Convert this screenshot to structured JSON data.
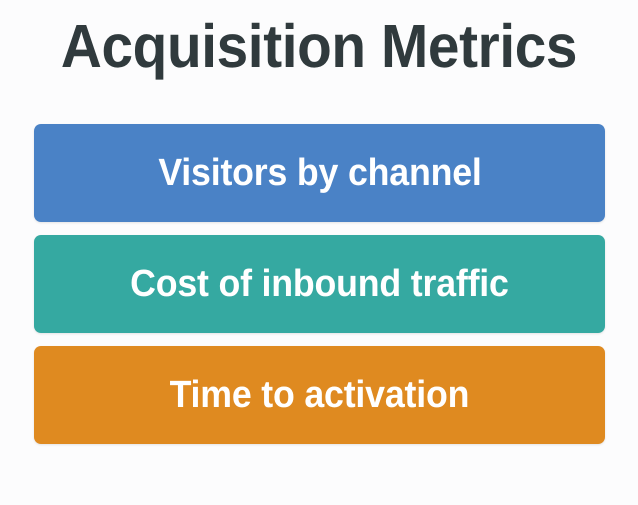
{
  "page": {
    "title": "Acquisition Metrics",
    "background_color": "#fcfcfd",
    "title_color": "#303a3d"
  },
  "bars": [
    {
      "label": "Visitors by channel",
      "color": "#4a82c6",
      "text_color": "#ffffff"
    },
    {
      "label": "Cost of inbound traffic",
      "color": "#35a9a1",
      "text_color": "#ffffff"
    },
    {
      "label": "Time to activation",
      "color": "#df8a20",
      "text_color": "#ffffff"
    }
  ]
}
